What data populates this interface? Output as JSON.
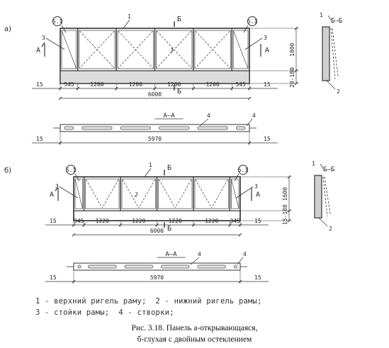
{
  "panels": [
    {
      "letter": "а)",
      "window_dims": [
        "545",
        "1200",
        "1200",
        "1200",
        "1200",
        "545"
      ],
      "total": "6000",
      "edge": "15",
      "height_main": "1800",
      "height_bottom": "20-180",
      "section_total": "5970",
      "section_mark": "А—А",
      "cut_mark": "Б",
      "side_section": "Б—Б",
      "callouts": {
        "node_left": "5.1",
        "node_right": "5.1",
        "top": "1",
        "post_left": "3",
        "post_right": "3",
        "middle": "3",
        "bottom": "2",
        "sash": "4"
      }
    },
    {
      "letter": "б)",
      "window_dims": [
        "345",
        "1220",
        "1220",
        "1220",
        "1220",
        "345"
      ],
      "total": "6000",
      "edge": "15",
      "height_main": "1600",
      "height_bottom": "15-180",
      "section_total": "5970",
      "section_mark": "А—А",
      "cut_mark": "Б",
      "side_section": "Б—Б",
      "callouts": {
        "node_left": "5.1",
        "node_right": "5.1",
        "top": "1",
        "post_left": "3",
        "post_right": "3",
        "middle": "2",
        "bottom": "2",
        "sash": "4"
      }
    }
  ],
  "marks": {
    "A": "А",
    "B": "Б"
  },
  "legend": {
    "line1": "1 - верхний ригель раму;  2 - нижний ригель рамы;",
    "line2": "3 - стойки рамы;  4 - створки;"
  },
  "caption": {
    "line1": "Рис. 3.18. Панель а-открывающаяся,",
    "line2": "б-глухая с двойным остеклением"
  }
}
